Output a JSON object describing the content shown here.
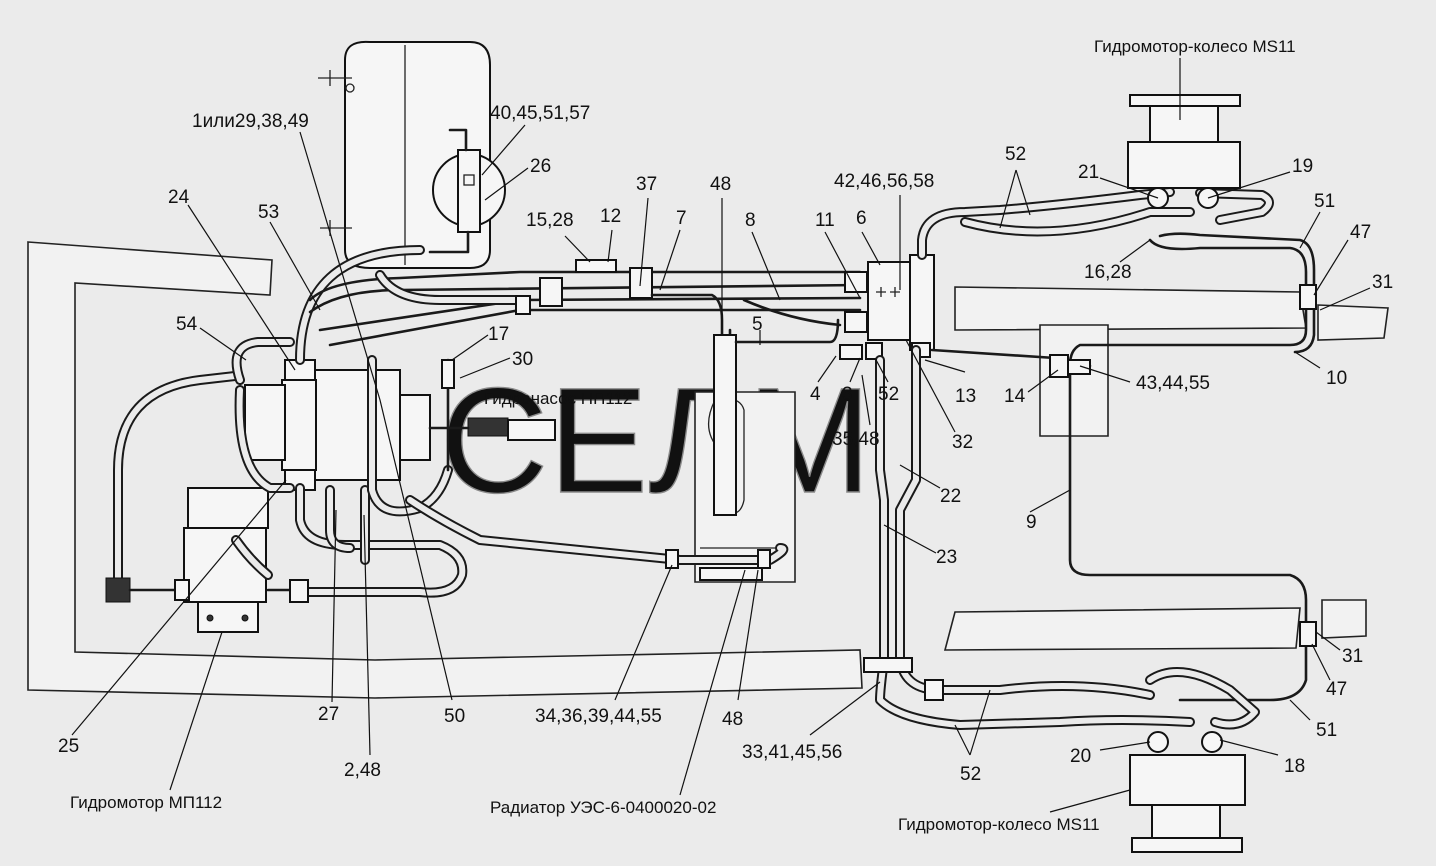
{
  "watermark": "СЕЛМ",
  "captions": {
    "wheel_motor_top": "Гидромотор-колесо MS11",
    "wheel_motor_bottom": "Гидромотор-колесо MS11",
    "pump": "Гидронасос НП112",
    "motor": "Гидромотор МП112",
    "radiator": "Радиатор УЭС-6-0400020-02"
  },
  "labels": {
    "l_1_29_38_49": "1или29,38,49",
    "l_40_45_51_57": "40,45,51,57",
    "l_26": "26",
    "l_24": "24",
    "l_53": "53",
    "l_54": "54",
    "l_15_28": "15,28",
    "l_12": "12",
    "l_37": "37",
    "l_7": "7",
    "l_48_top": "48",
    "l_8": "8",
    "l_11": "11",
    "l_6": "6",
    "l_42_46_56_58": "42,46,56,58",
    "l_52_top": "52",
    "l_21": "21",
    "l_19": "19",
    "l_16_28": "16,28",
    "l_51_top": "51",
    "l_47_top": "47",
    "l_31_top": "31",
    "l_10": "10",
    "l_43_44_55": "43,44,55",
    "l_14": "14",
    "l_13": "13",
    "l_17": "17",
    "l_30": "30",
    "l_5": "5",
    "l_4": "4",
    "l_3": "3",
    "l_52_mid": "52",
    "l_32": "32",
    "l_35_48": "35,48",
    "l_22": "22",
    "l_9": "9",
    "l_23": "23",
    "l_27": "27",
    "l_50": "50",
    "l_34_36_39_44_55": "34,36,39,44,55",
    "l_48_bottom": "48",
    "l_33_41_45_56": "33,41,45,56",
    "l_31_bottom": "31",
    "l_47_bottom": "47",
    "l_51_bottom": "51",
    "l_20": "20",
    "l_18": "18",
    "l_52_bottom": "52",
    "l_25": "25",
    "l_2_48": "2,48"
  }
}
